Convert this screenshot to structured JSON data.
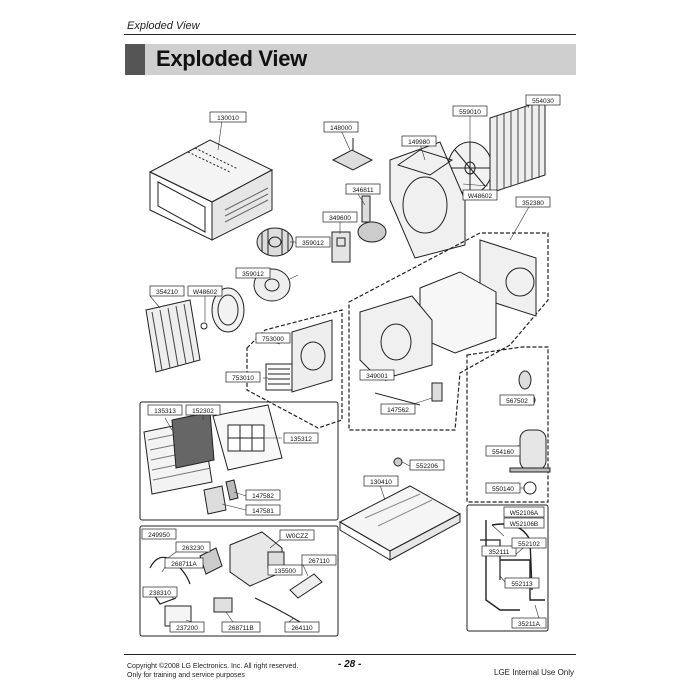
{
  "header": {
    "running_title": "Exploded View",
    "title": "Exploded View"
  },
  "labels": {
    "l130010": "130010",
    "l148000": "148000",
    "l559010": "559010",
    "l554030": "554030",
    "l149980": "149980",
    "l346811": "346811",
    "lW48602a": "W48602",
    "l352380": "352380",
    "l349600": "349600",
    "l359012a": "359012",
    "l359012b": "359012",
    "l354210": "354210",
    "lW48602b": "W48602",
    "l753000": "753000",
    "l753010": "753010",
    "l349001": "349001",
    "l147562": "147562",
    "l567502": "567502",
    "l554160": "554160",
    "l550140": "550140",
    "l135313": "135313",
    "l152302": "152302",
    "l135312": "135312",
    "l147582": "147582",
    "l147581": "147581",
    "l552206": "552206",
    "l130410": "130410",
    "lW52106A": "W52106A",
    "lW52106B": "W52106B",
    "l352111": "352111",
    "l552102": "552102",
    "l552113": "552113",
    "l35211A": "35211A",
    "l249950": "249950",
    "l263230": "263230",
    "l268711A": "268711A",
    "lW0CZZ": "W0CZZ",
    "l267110": "267110",
    "l135500": "135500",
    "l238310": "238310",
    "l237200": "237200",
    "l268711B": "268711B",
    "l264110": "264110"
  },
  "footer": {
    "copyright": "Copyright ©2008 LG Electronics. Inc. All right reserved.",
    "notice": "Only for training and service purposes",
    "page": "- 28 -",
    "internal": "LGE Internal Use Only"
  }
}
